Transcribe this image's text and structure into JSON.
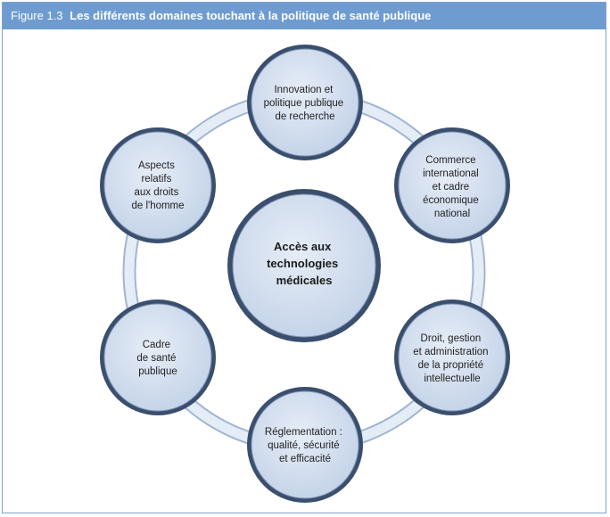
{
  "figure": {
    "number": "Figure 1.3",
    "title": "Les différents domaines touchant à la politique de santé publique"
  },
  "colors": {
    "header": "#6f9cd0",
    "node_fill": "#d7e1f0",
    "node_border": "#2b3f5c",
    "ring": "#c9d7e8"
  },
  "center": {
    "lines": [
      "Accès aux",
      "technologies",
      "médicales"
    ]
  },
  "nodes": [
    {
      "id": "innovation",
      "lines": [
        "Innovation et",
        "politique publique",
        "de recherche"
      ]
    },
    {
      "id": "commerce",
      "lines": [
        "Commerce",
        "international",
        "et cadre",
        "économique",
        "national"
      ]
    },
    {
      "id": "droit",
      "lines": [
        "Droit, gestion",
        "et administration",
        "de la propriété",
        "intellectuelle"
      ]
    },
    {
      "id": "reglementation",
      "lines": [
        "Réglementation :",
        "qualité, sécurité",
        "et efficacité"
      ]
    },
    {
      "id": "sante-publique",
      "lines": [
        "Cadre",
        "de santé",
        "publique"
      ]
    },
    {
      "id": "droits-homme",
      "lines": [
        "Aspects",
        "relatifs",
        "aux droits",
        "de l'homme"
      ]
    }
  ]
}
